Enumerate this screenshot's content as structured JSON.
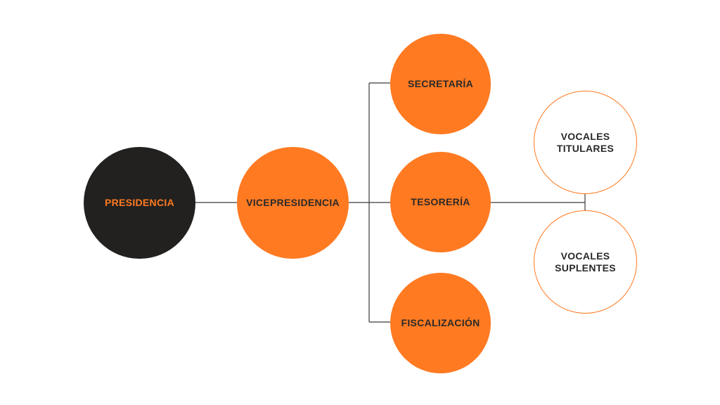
{
  "colors": {
    "dark": "#222120",
    "accent": "#ff7a21",
    "text_dark": "#2b2a29",
    "line": "#3a3a3a",
    "white": "#ffffff"
  },
  "nodes": {
    "presidencia": {
      "label": "PRESIDENCIA"
    },
    "vicepresidencia": {
      "label": "VICEPRESIDENCIA"
    },
    "secretaria": {
      "label": "SECRETARÍA"
    },
    "tesoreria": {
      "label": "TESORERÍA"
    },
    "fiscalizacion": {
      "label": "FISCALIZACIÓN"
    },
    "vocales_titulares": {
      "label": "VOCALES TITULARES"
    },
    "vocales_suplentes": {
      "label": "VOCALES SUPLENTES"
    }
  }
}
